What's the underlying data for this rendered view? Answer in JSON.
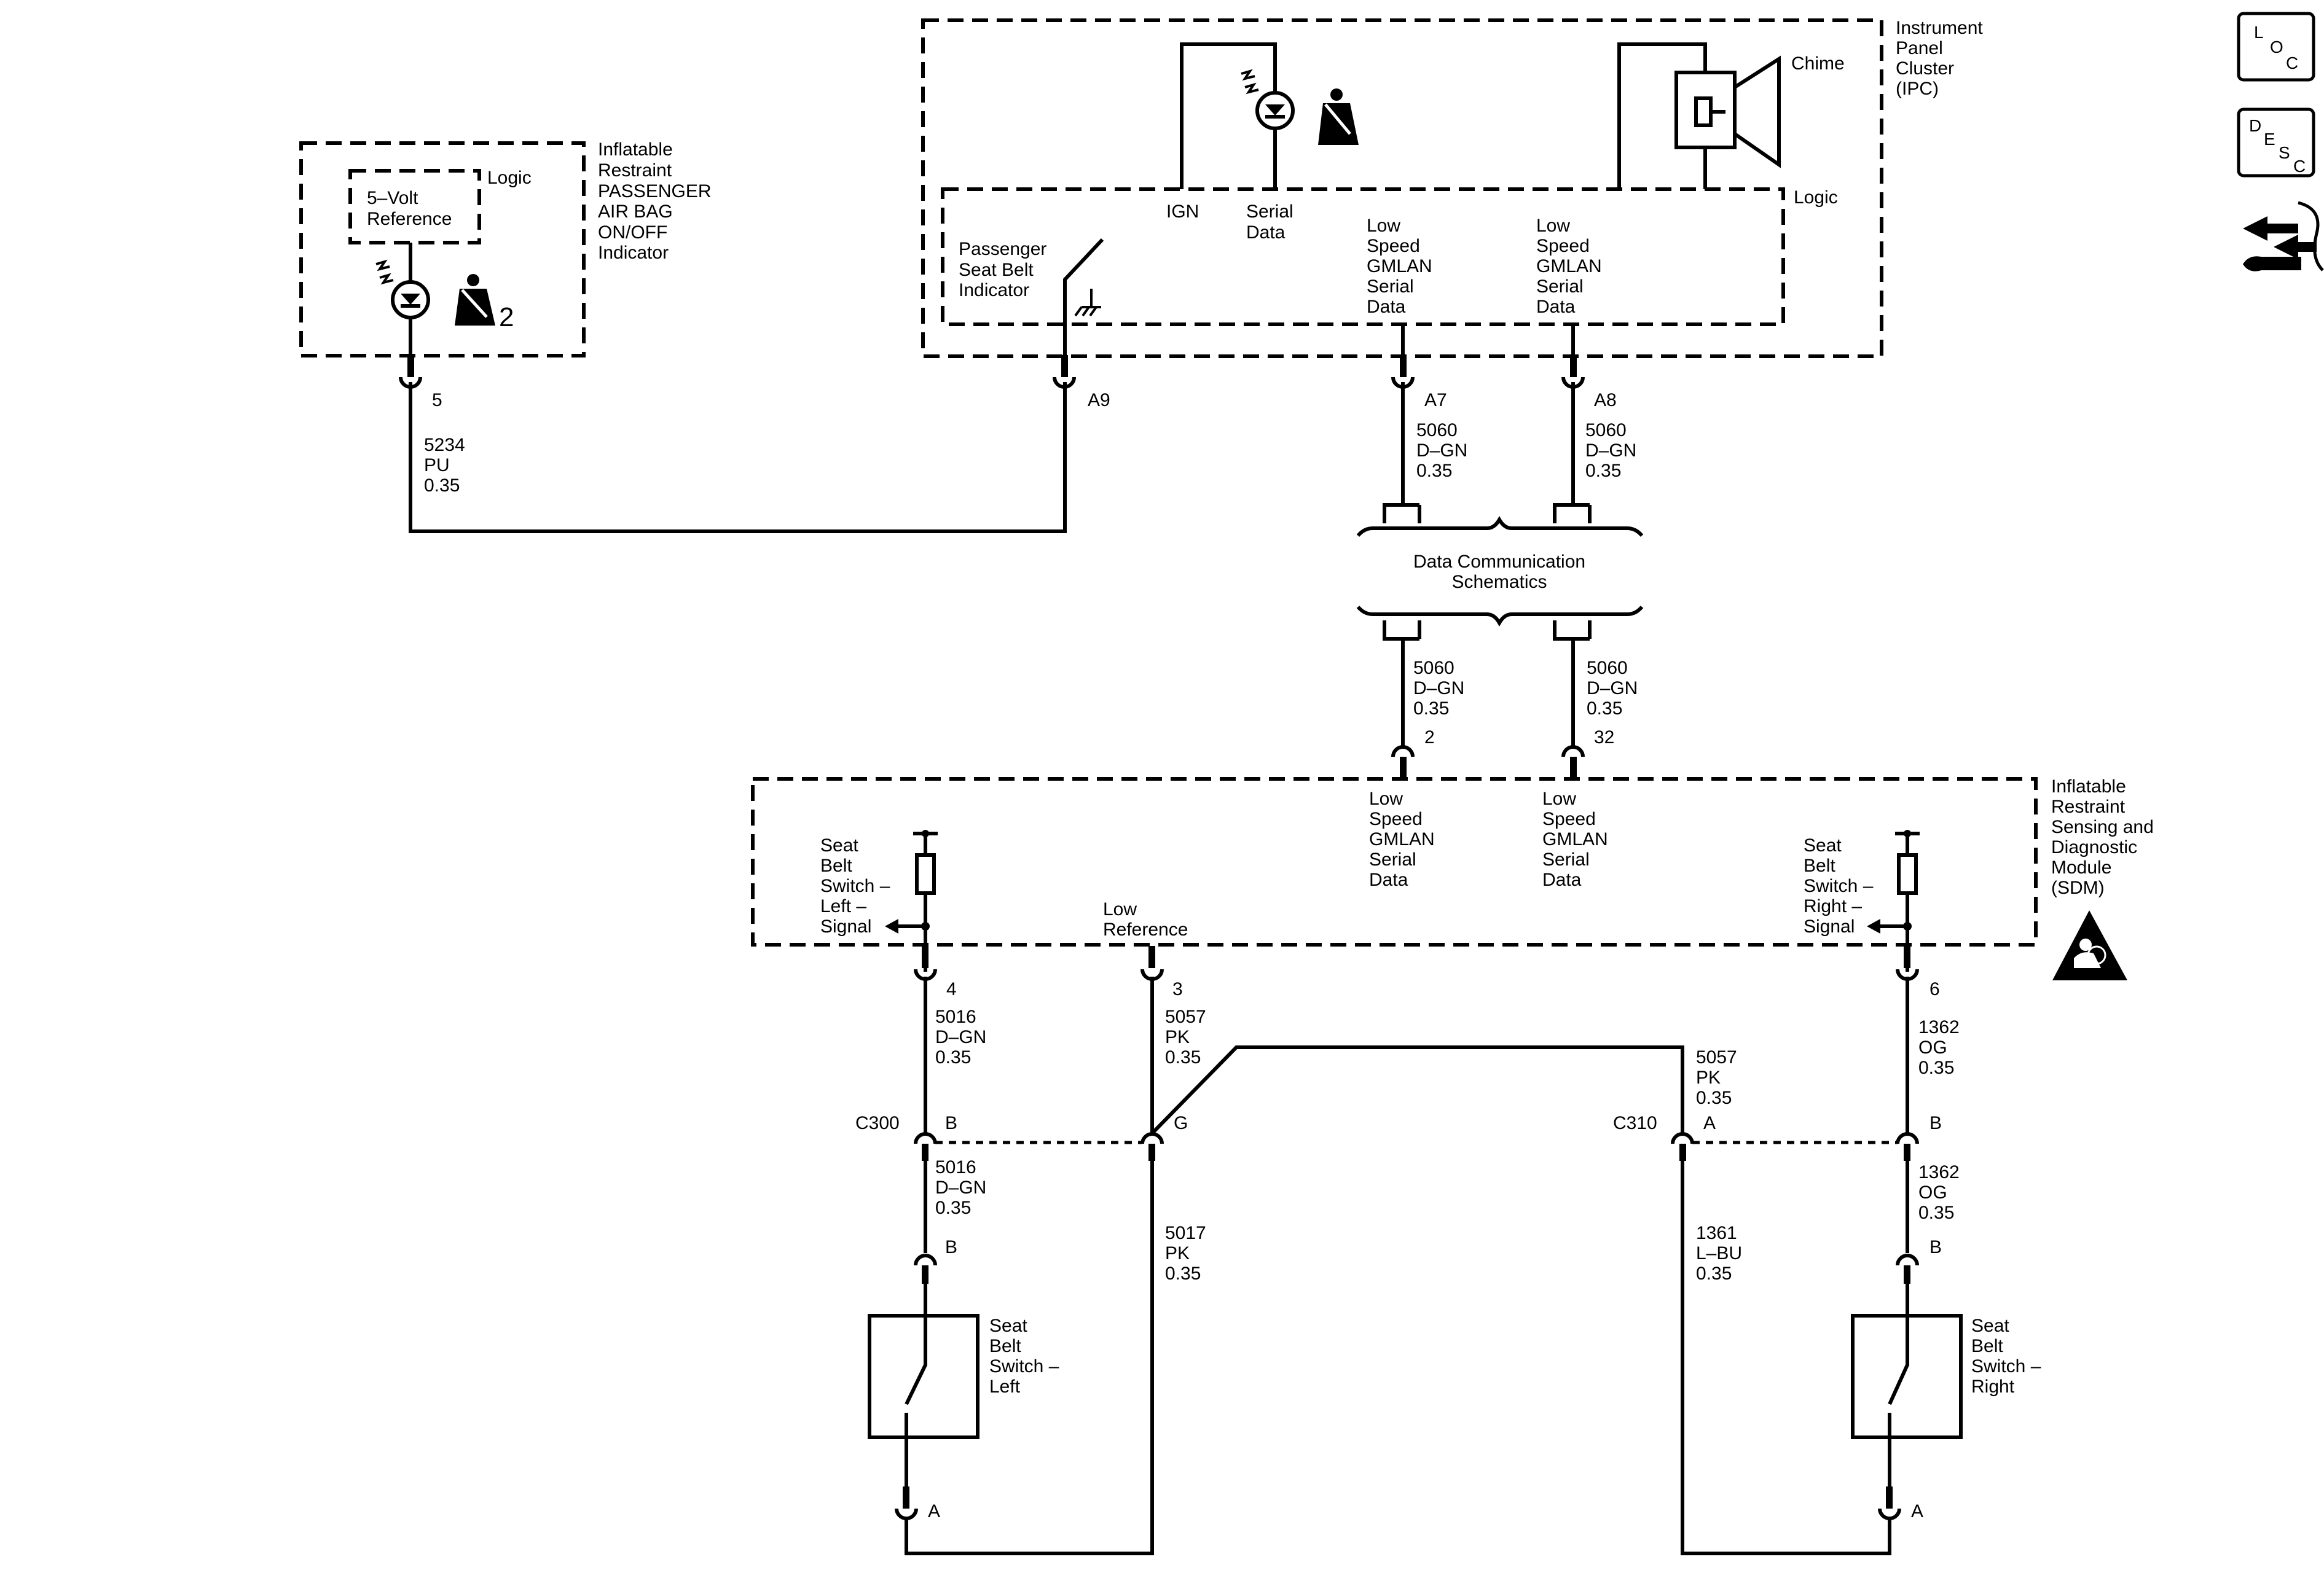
{
  "modules": {
    "passenger_indicator": {
      "name": [
        "Inflatable",
        "Restraint",
        "PASSENGER",
        "AIR BAG",
        "ON/OFF",
        "Indicator"
      ],
      "logic": "Logic",
      "ref": [
        "5–Volt",
        "Reference"
      ],
      "icon_num": "2"
    },
    "ipc": {
      "name": [
        "Instrument",
        "Panel",
        "Cluster",
        "(IPC)"
      ],
      "chime": "Chime",
      "logic": "Logic",
      "ign": "IGN",
      "serial": [
        "Serial",
        "Data"
      ],
      "psb": [
        "Passenger",
        "Seat Belt",
        "Indicator"
      ],
      "gmlan": [
        "Low",
        "Speed",
        "GMLAN",
        "Serial",
        "Data"
      ]
    },
    "dcs": [
      "Data Communication",
      "Schematics"
    ],
    "sdm": {
      "name": [
        "Inflatable",
        "Restraint",
        "Sensing and",
        "Diagnostic",
        "Module",
        "(SDM)"
      ],
      "gmlan": [
        "Low",
        "Speed",
        "GMLAN",
        "Serial",
        "Data"
      ],
      "left_sig": [
        "Seat",
        "Belt",
        "Switch –",
        "Left –",
        "Signal"
      ],
      "right_sig": [
        "Seat",
        "Belt",
        "Switch –",
        "Right –",
        "Signal"
      ],
      "low_ref": [
        "Low",
        "Reference"
      ]
    },
    "switch_left": [
      "Seat",
      "Belt",
      "Switch –",
      "Left"
    ],
    "switch_right": [
      "Seat",
      "Belt",
      "Switch –",
      "Right"
    ]
  },
  "pins": {
    "p5": "5",
    "a9": "A9",
    "a7": "A7",
    "a8": "A8",
    "p2": "2",
    "p32": "32",
    "p4": "4",
    "p3": "3",
    "p6": "6",
    "c300_b": "B",
    "c300_g": "G",
    "c310_a": "A",
    "c310_b": "B",
    "sw_l_b": "B",
    "sw_l_a": "A",
    "sw_r_b": "B",
    "sw_r_a": "A"
  },
  "connectors": {
    "c300": "C300",
    "c310": "C310"
  },
  "wires": {
    "w5234": [
      "5234",
      "PU",
      "0.35"
    ],
    "w5060": [
      "5060",
      "D–GN",
      "0.35"
    ],
    "w5016": [
      "5016",
      "D–GN",
      "0.35"
    ],
    "w5057": [
      "5057",
      "PK",
      "0.35"
    ],
    "w1362": [
      "1362",
      "OG",
      "0.35"
    ],
    "w5017": [
      "5017",
      "PK",
      "0.35"
    ],
    "w1361": [
      "1361",
      "L–BU",
      "0.35"
    ]
  },
  "nav": {
    "loc": [
      "L",
      "O",
      "C"
    ],
    "desc": [
      "D",
      "E",
      "S",
      "C"
    ]
  }
}
